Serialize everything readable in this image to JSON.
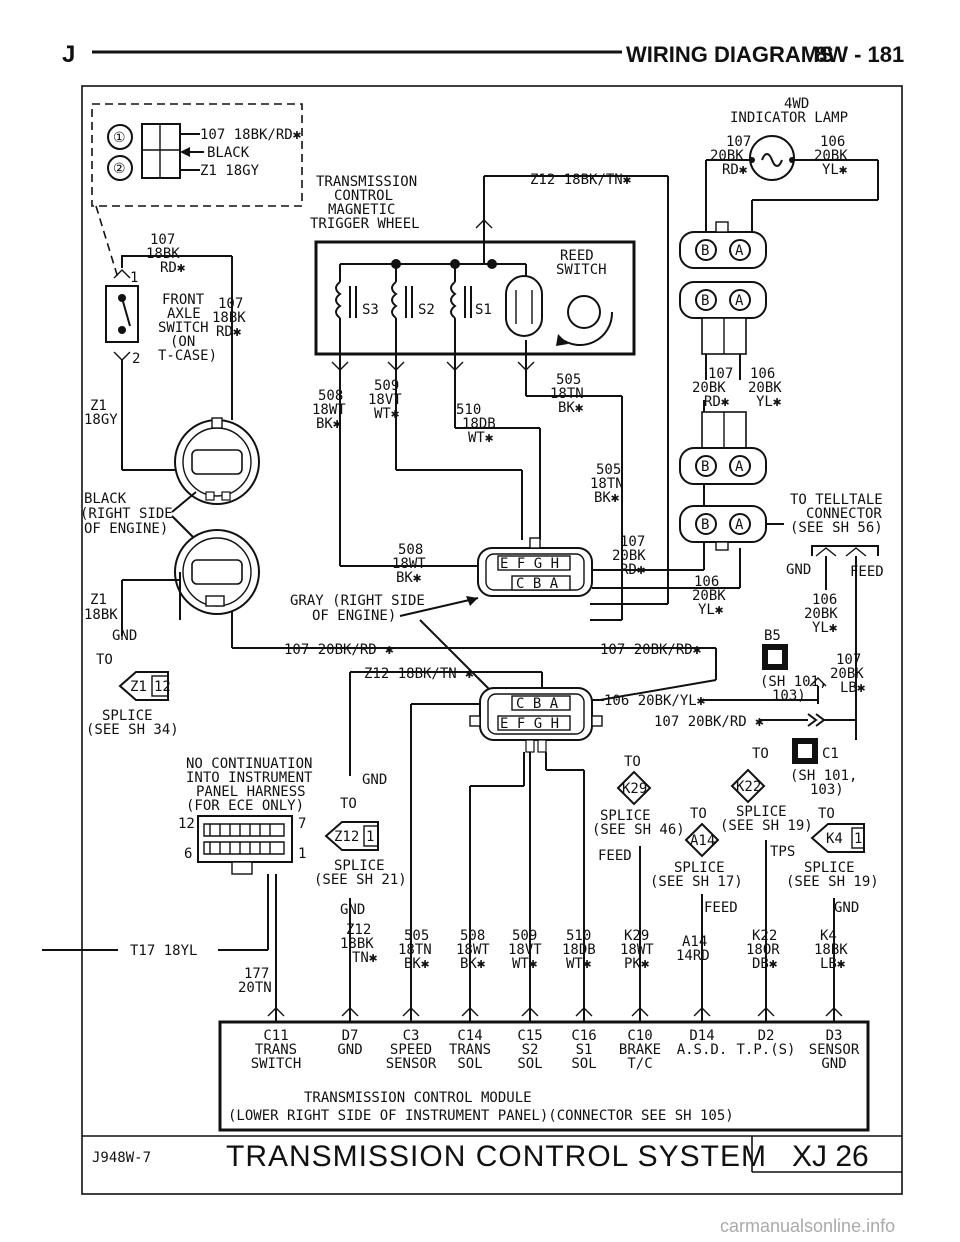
{
  "header": {
    "left_letter": "J",
    "section": "WIRING DIAGRAMS",
    "page": "8W - 181"
  },
  "footer": {
    "code": "J948W-7",
    "title": "TRANSMISSION CONTROL SYSTEM",
    "model": "XJ 26"
  },
  "watermark": "carmanualsonline.info",
  "labels": {
    "conn_wire_107": "107 18BK/RD✱",
    "conn_black": "BLACK",
    "conn_wire_z1": "Z1 18GY",
    "pin_1": "①",
    "pin_2": "②",
    "w107_a": "107",
    "w107_b": "18BK",
    "w107_c": "RD✱",
    "sw_pin1": "1",
    "sw_pin2": "2",
    "fas_1": "FRONT",
    "fas_2": "AXLE",
    "fas_3": "SWITCH",
    "fas_4": "(ON",
    "fas_5": "T-CASE)",
    "fas_w_a": "107",
    "fas_w_b": "18BK",
    "fas_w_c": "RD✱",
    "z1_a": "Z1",
    "z1_b": "18GY",
    "black_rs_1": "BLACK",
    "black_rs_2": "(RIGHT SIDE",
    "black_rs_3": "OF ENGINE)",
    "z1bk_a": "Z1",
    "z1bk_b": "18BK",
    "gnd_1": "GND",
    "to_1": "TO",
    "z1_12": "Z1",
    "z1_12n": "12",
    "splice_34_a": "SPLICE",
    "splice_34_b": "(SEE SH 34)",
    "tcm_wheel_1": "TRANSMISSION",
    "tcm_wheel_2": "CONTROL",
    "tcm_wheel_3": "MAGNETIC",
    "tcm_wheel_4": "TRIGGER WHEEL",
    "reed_1": "REED",
    "reed_2": "SWITCH",
    "s3": "S3",
    "s2": "S2",
    "s1": "S1",
    "z12_top": "Z12 18BK/TN✱",
    "w508_a": "508",
    "w508_b": "18WT",
    "w508_c": "BK✱",
    "w509_a": "509",
    "w509_b": "18VT",
    "w509_c": "WT✱",
    "w510_a": "510",
    "w510_b": "18DB",
    "w510_c": "WT✱",
    "w505_a": "505",
    "w505_b": "18TN",
    "w505_c": "BK✱",
    "w505r_a": "505",
    "w505r_b": "18TN",
    "w505r_c": "BK✱",
    "w508m_a": "508",
    "w508m_b": "18WT",
    "w508m_c": "BK✱",
    "gray_1": "GRAY (RIGHT SIDE",
    "gray_2": "OF ENGINE)",
    "efgh": "E F G H",
    "cba": "C B A",
    "w107m_a": "107",
    "w107m_b": "20BK",
    "w107m_c": "RD✱",
    "w106m_a": "106",
    "w106m_b": "20BK",
    "w106m_c": "YL✱",
    "lamp_1": "4WD",
    "lamp_2": "INDICATOR LAMP",
    "lamp_107_a": "107",
    "lamp_107_b": "20BK",
    "lamp_107_c": "RD✱",
    "lamp_106_a": "106",
    "lamp_106_b": "20BK",
    "lamp_106_c": "YL✱",
    "pin_b": "B",
    "pin_a": "A",
    "c2_107_a": "107",
    "c2_107_b": "20BK",
    "c2_107_c": "RD✱",
    "c2_106_a": "106",
    "c2_106_b": "20BK",
    "c2_106_c": "YL✱",
    "telltale_1": "TO TELLTALE",
    "telltale_2": "CONNECTOR",
    "telltale_3": "(SEE SH 56)",
    "gnd_2": "GND",
    "feed_1": "FEED",
    "r106_a": "106",
    "r106_b": "20BK",
    "r106_c": "YL✱",
    "b5": "B5",
    "sh101_a": "(SH 101,",
    "sh101_b": "103)",
    "r107_a": "107",
    "r107_b": "20BK",
    "r107_c": "LB✱",
    "w107_long_l": "107 20BK/RD ✱",
    "w107_long_r": "107 20BK/RD✱",
    "z12_mid": "Z12 18BK/TN ✱",
    "w106_mid": "106 20BK/YL✱",
    "w107_mid": "107 20BK/RD ✱",
    "nocont_1": "NO CONTINUATION",
    "nocont_2": "INTO INSTRUMENT",
    "nocont_3": "PANEL HARNESS",
    "nocont_4": "(FOR ECE ONLY)",
    "n12": "12",
    "n7": "7",
    "n6": "6",
    "n1": "1",
    "gnd_3": "GND",
    "to_2": "TO",
    "z12d": "Z12",
    "z12d_n": "1",
    "splice_21_a": "SPLICE",
    "splice_21_b": "(SEE SH 21)",
    "to_k29": "TO",
    "k29": "K29",
    "splice_46_a": "SPLICE",
    "splice_46_b": "(SEE SH 46)",
    "feed_2": "FEED",
    "to_a14": "TO",
    "a14": "A14",
    "to_k22": "TO",
    "k22": "K22",
    "c1": "C1",
    "sh101c_a": "(SH 101,",
    "sh101c_b": "103)",
    "splice_19a_a": "SPLICE",
    "splice_19a_b": "(SEE SH 19)",
    "tps": "TPS",
    "splice_17_a": "SPLICE",
    "splice_17_b": "(SEE SH 17)",
    "to_k4": "TO",
    "k4": "K4",
    "k4_n": "1",
    "splice_19b_a": "SPLICE",
    "splice_19b_b": "(SEE SH 19)",
    "gnd_4": "GND",
    "feed_3": "FEED",
    "gnd_5": "GND",
    "t17": "T17 18YL",
    "w177_a": "177",
    "w177_b": "20TN",
    "wz12_a": "Z12",
    "wz12_b": "18BK",
    "wz12_c": "TN✱",
    "b505_a": "505",
    "b505_b": "18TN",
    "b505_c": "BK✱",
    "b508_a": "508",
    "b508_b": "18WT",
    "b508_c": "BK✱",
    "b509_a": "509",
    "b509_b": "18VT",
    "b509_c": "WT✱",
    "b510_a": "510",
    "b510_b": "18DB",
    "b510_c": "WT✱",
    "bk29_a": "K29",
    "bk29_b": "18WT",
    "bk29_c": "PK✱",
    "ba14_a": "A14",
    "ba14_b": "14RD",
    "bk22_a": "K22",
    "bk22_b": "18OR",
    "bk22_c": "DB✱",
    "bk4_a": "K4",
    "bk4_b": "18BK",
    "bk4_c": "LB✱",
    "tcm_pins": [
      {
        "pin": "C11",
        "l1": "TRANS",
        "l2": "SWITCH"
      },
      {
        "pin": "D7",
        "l1": "GND",
        "l2": ""
      },
      {
        "pin": "C3",
        "l1": "SPEED",
        "l2": "SENSOR"
      },
      {
        "pin": "C14",
        "l1": "TRANS",
        "l2": "SOL"
      },
      {
        "pin": "C15",
        "l1": "S2",
        "l2": "SOL"
      },
      {
        "pin": "C16",
        "l1": "S1",
        "l2": "SOL"
      },
      {
        "pin": "C10",
        "l1": "BRAKE",
        "l2": "T/C"
      },
      {
        "pin": "D14",
        "l1": "A.S.D.",
        "l2": ""
      },
      {
        "pin": "D2",
        "l1": "T.P.(S)",
        "l2": ""
      },
      {
        "pin": "D3",
        "l1": "SENSOR",
        "l2": "GND"
      }
    ],
    "tcm_1": "TRANSMISSION CONTROL MODULE",
    "tcm_2": "(LOWER RIGHT SIDE OF INSTRUMENT PANEL)(CONNECTOR SEE SH 105)"
  }
}
